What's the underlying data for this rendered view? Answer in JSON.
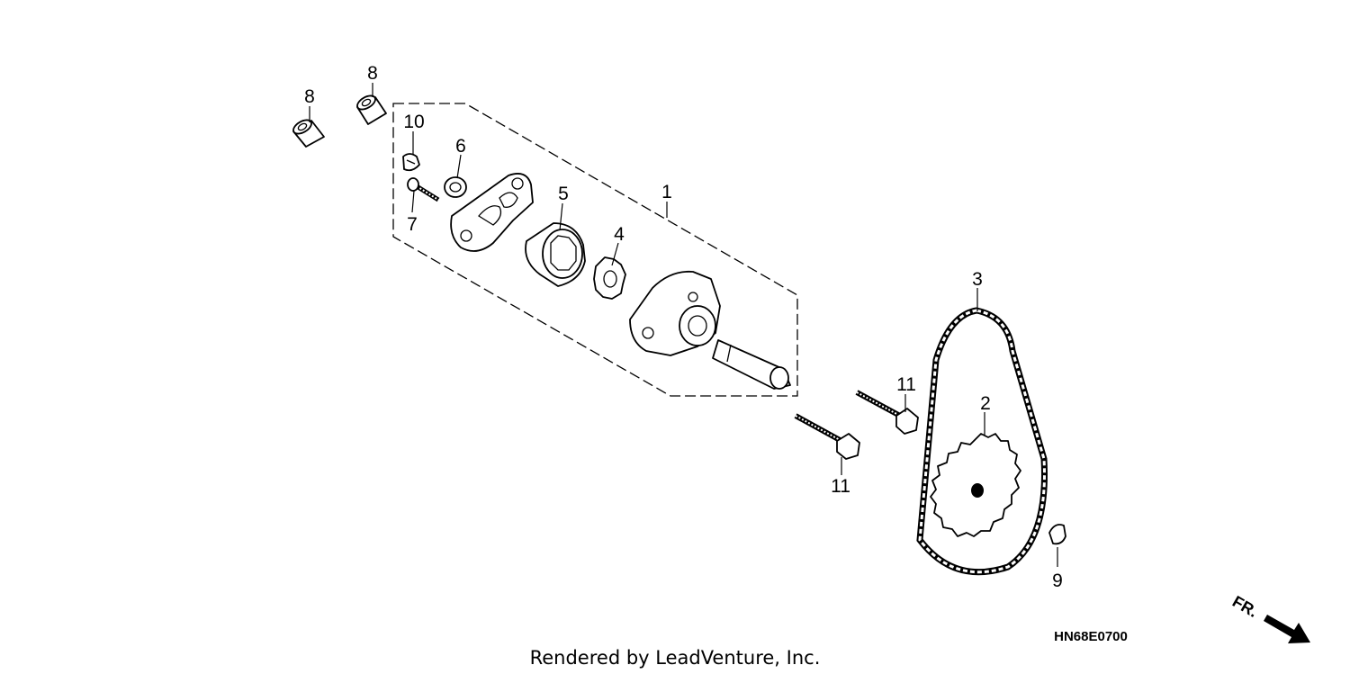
{
  "callouts": {
    "c1": "1",
    "c2": "2",
    "c3": "3",
    "c4": "4",
    "c5": "5",
    "c6": "6",
    "c7": "7",
    "c8a": "8",
    "c8b": "8",
    "c9": "9",
    "c10": "10",
    "c11a": "11",
    "c11b": "11"
  },
  "drawing_code": "HN68E0700",
  "credit": "Rendered by LeadVenture, Inc.",
  "direction_label": "FR."
}
